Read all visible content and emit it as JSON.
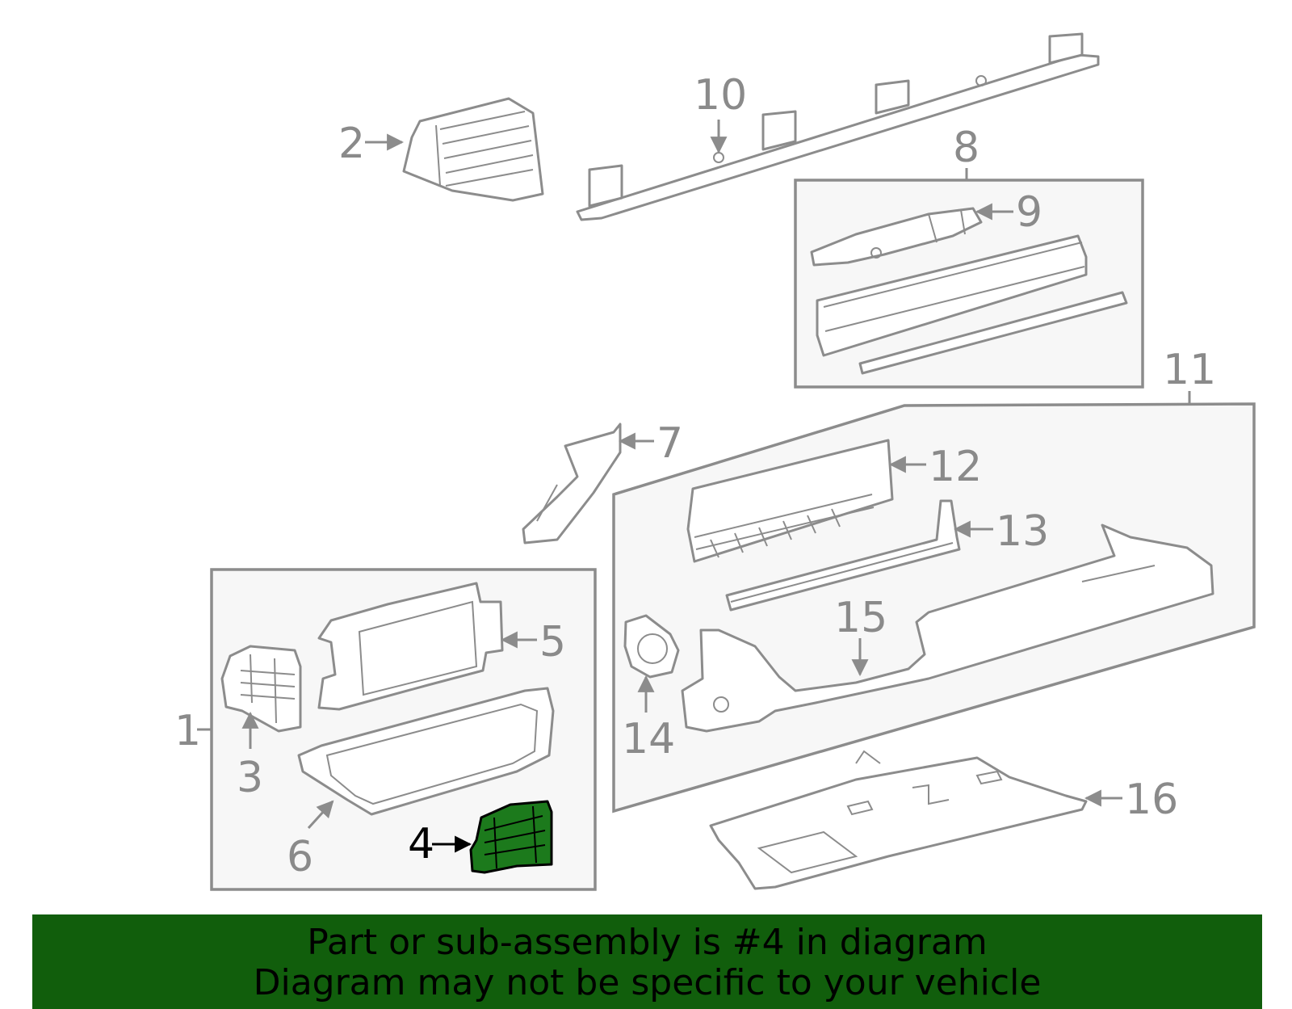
{
  "callouts": {
    "c1": "1",
    "c2": "2",
    "c3": "3",
    "c4": "4",
    "c5": "5",
    "c6": "6",
    "c7": "7",
    "c8": "8",
    "c9": "9",
    "c10": "10",
    "c11": "11",
    "c12": "12",
    "c13": "13",
    "c14": "14",
    "c15": "15",
    "c16": "16"
  },
  "highlighted_part": "4",
  "colors": {
    "highlight_fill": "#1c7a1c",
    "banner_background": "#115e0c",
    "line_gray": "#8c8c8c"
  },
  "banner": {
    "line1": "Part or sub-assembly is #4 in diagram",
    "line2": "Diagram may not be specific to your vehicle"
  }
}
